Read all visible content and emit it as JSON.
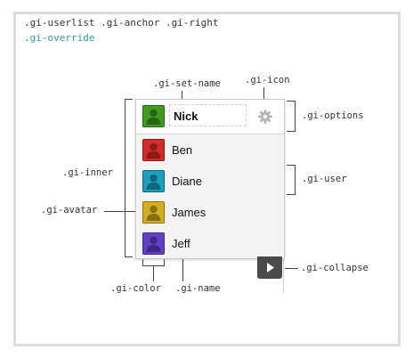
{
  "title_line1": ".gi-userlist .gi-anchor .gi-right",
  "title_line2": ".gi-override",
  "labels": {
    "set_name": ".gi-set-name",
    "icon": ".gi-icon",
    "options": ".gi-options",
    "inner": ".gi-inner",
    "user": ".gi-user",
    "avatar": ".gi-avatar",
    "collapse": ".gi-collapse",
    "color": ".gi-color",
    "name": ".gi-name"
  },
  "panel": {
    "set_name_value": "Nick",
    "owner_color": "#3f9a1e",
    "users": [
      {
        "name": "Ben",
        "color": "#d42a2a"
      },
      {
        "name": "Diane",
        "color": "#1b9fbd"
      },
      {
        "name": "James",
        "color": "#d5ad1e"
      },
      {
        "name": "Jeff",
        "color": "#6240c6"
      }
    ]
  },
  "colors": {
    "title2": "#2f9aa2",
    "collapse_bg": "#4a4a4a"
  }
}
